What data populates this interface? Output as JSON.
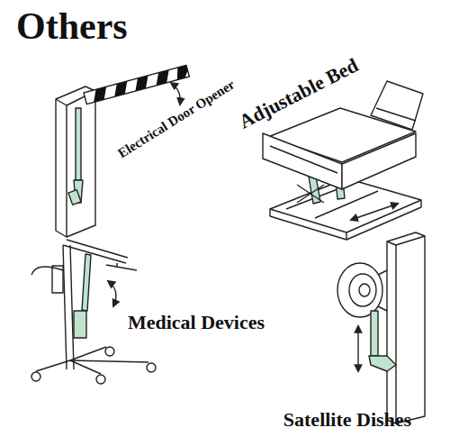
{
  "diagram": {
    "title": "Others",
    "labels": [
      "Electrical Door Opener",
      "Adjustable Bed",
      "Medical Devices",
      "Satellite Dishes"
    ]
  }
}
